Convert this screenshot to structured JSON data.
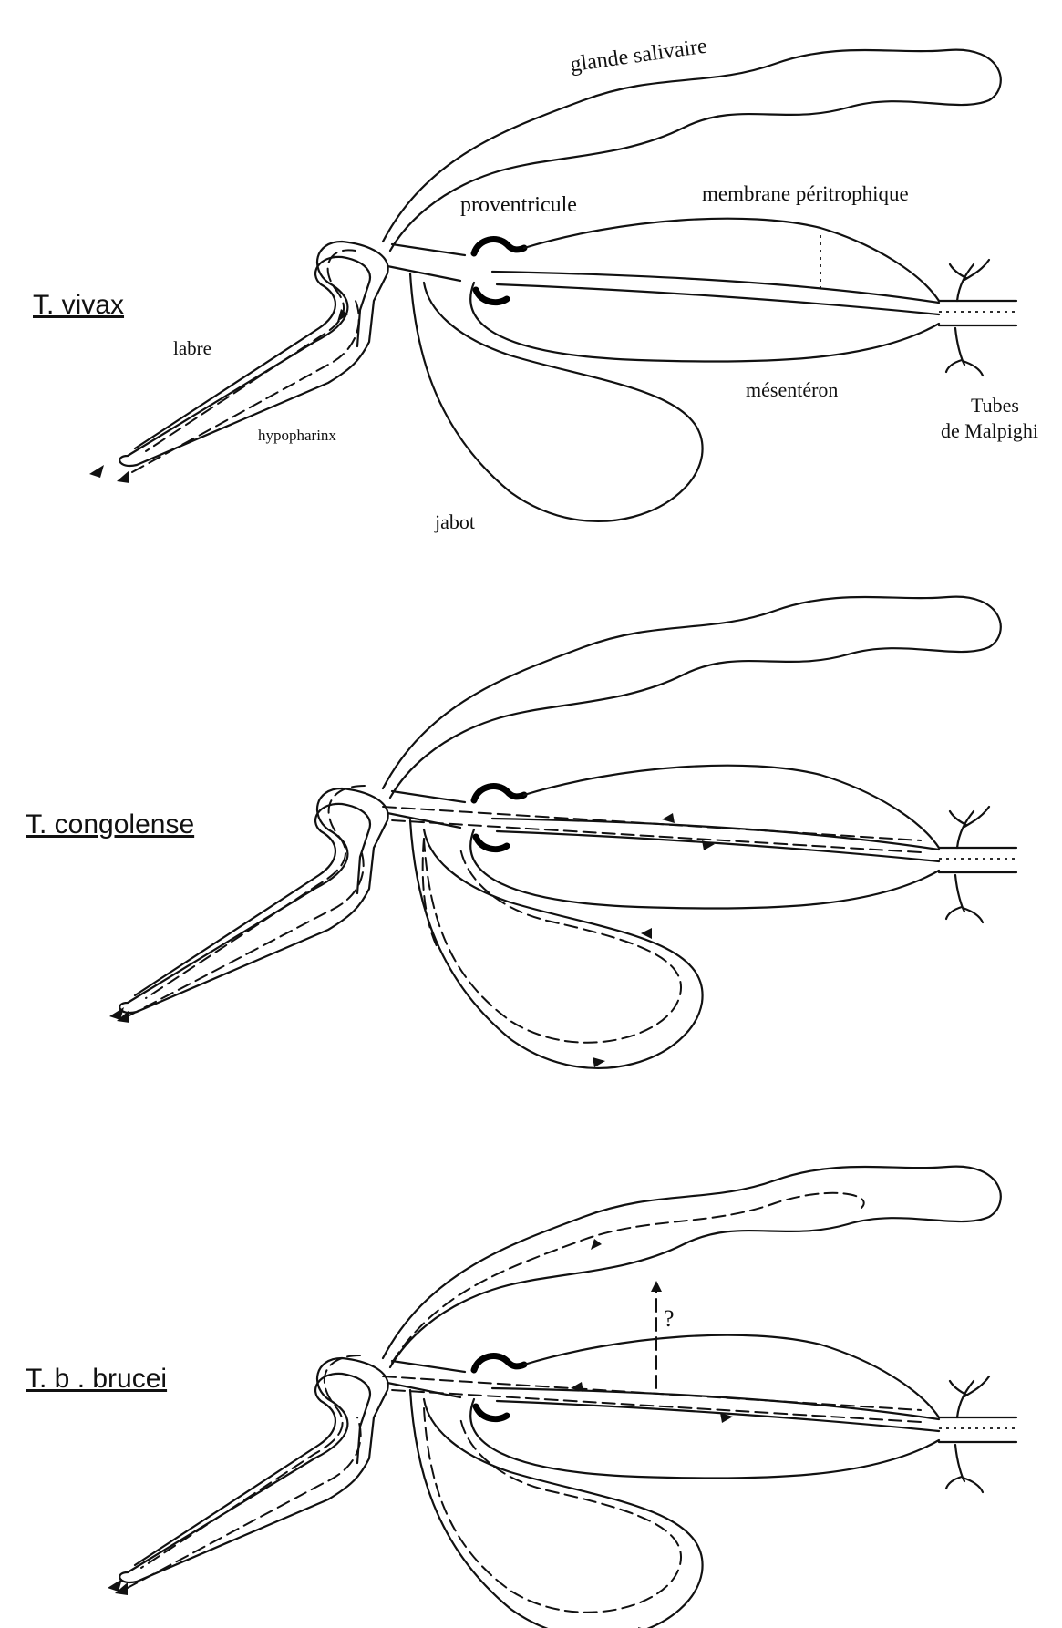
{
  "labels": {
    "glande_salivaire": "glande salivaire",
    "proventricule": "proventricule",
    "membrane_peritrophique": "membrane péritrophique",
    "labre": "labre",
    "hypopharinx": "hypopharinx",
    "jabot": "jabot",
    "mesenteron": "mésentéron",
    "tubes": "Tubes",
    "de_malpighi": "de Malpighi",
    "question_mark": "?"
  },
  "species": {
    "vivax": "T. vivax",
    "congolense": "T. congolense",
    "brucei": "T. b . brucei"
  }
}
